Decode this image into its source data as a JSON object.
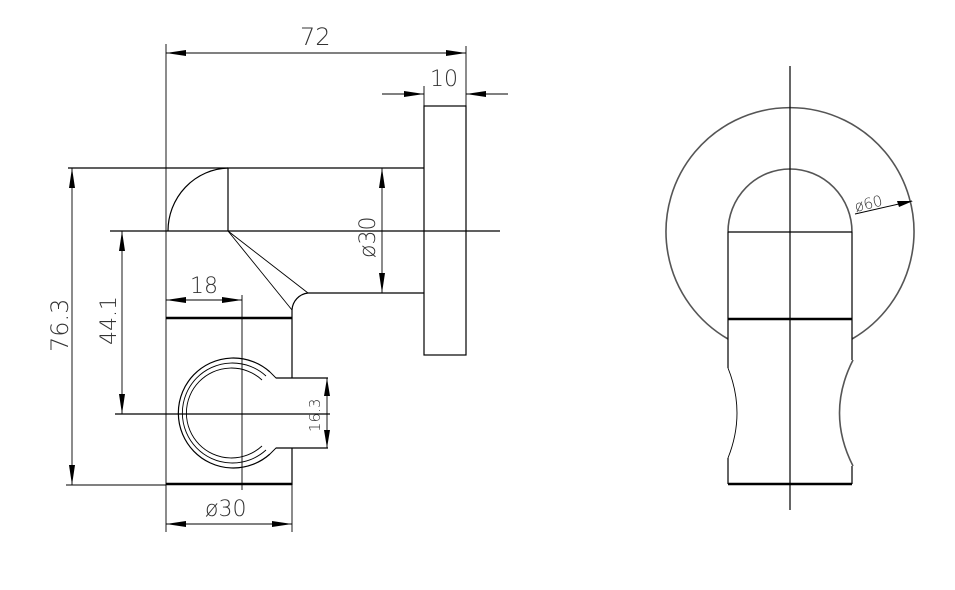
{
  "drawing": {
    "type": "technical-drawing",
    "subject": "wall-mounted shower handset holder",
    "views": [
      "side-view",
      "front-view"
    ],
    "colors": {
      "line": "#000000",
      "text": "#333333",
      "background": "#ffffff"
    }
  },
  "side_view": {
    "dimensions": {
      "overall_width": "72",
      "flange_thickness": "10",
      "arm_diameter": "ø30",
      "overall_height": "76.3",
      "center_height": "44.1",
      "holder_offset": "18",
      "clip_opening": "16.3",
      "holder_width": "ø30"
    }
  },
  "front_view": {
    "dimensions": {
      "flange_diameter": "ø60"
    }
  }
}
